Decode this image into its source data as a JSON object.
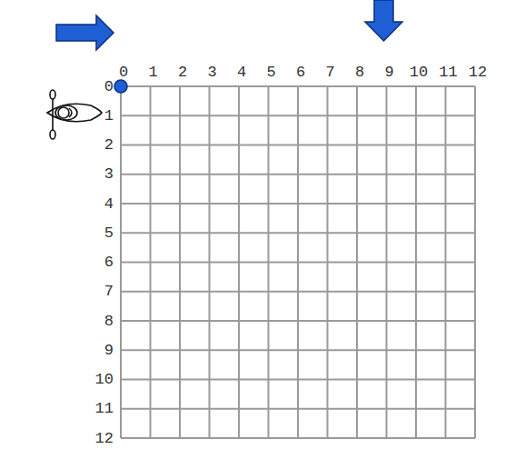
{
  "diagram": {
    "labels": [
      "0",
      "1",
      "2",
      "3",
      "4",
      "5",
      "6",
      "7",
      "8",
      "9",
      "10",
      "11",
      "12",
      "0",
      "1",
      "2",
      "3",
      "4",
      "5",
      "6",
      "7",
      "8",
      "9",
      "10",
      "11",
      "12"
    ]
  }
}
